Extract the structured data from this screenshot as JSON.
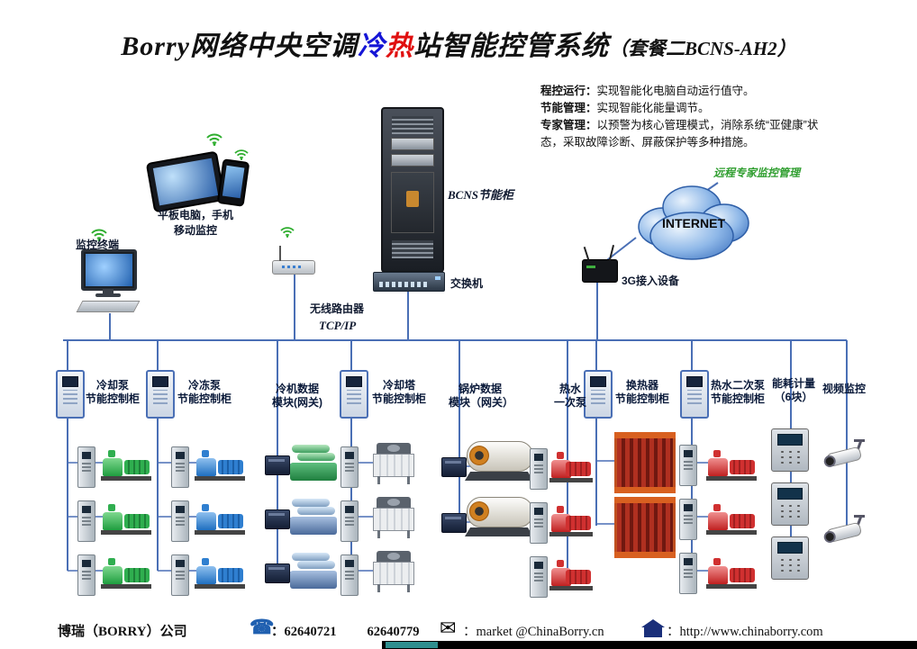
{
  "colors": {
    "line": "#4a6fb5",
    "cold_blue": "#1515d6",
    "hot_red": "#e01010",
    "wifi_green": "#2fae2f"
  },
  "title": {
    "part1": "Borry网络中央空调",
    "cold": "冷",
    "hot": "热",
    "part2": "站智能控管系统",
    "part3": "（套餐二BCNS-AH2）"
  },
  "notes": [
    {
      "label": "程控运行：",
      "text": "实现智能化电脑自动运行值守。"
    },
    {
      "label": "节能管理：",
      "text": "实现智能化能量调节。"
    },
    {
      "label": "专家管理：",
      "text": "以预警为核心管理模式，消除系统“亚健康”状态，采取故障诊断、屏蔽保护等多种措施。"
    }
  ],
  "network": {
    "mobile_line1": "平板电脑，手机",
    "mobile_line2": "移动监控",
    "terminal": "监控终端",
    "server": "BCNS节能柜",
    "switch": "交换机",
    "router": "无线路由器",
    "tcpip": "TCP/IP",
    "internet": "INTERNET",
    "g3": "3G接入设备",
    "remote": "远程专家监控管理"
  },
  "cabinets": [
    {
      "line1": "冷却泵",
      "line2": "节能控制柜"
    },
    {
      "line1": "冷冻泵",
      "line2": "节能控制柜"
    },
    {
      "line1": "冷机数据",
      "line2": "模块(网关)"
    },
    {
      "line1": "冷却塔",
      "line2": "节能控制柜"
    },
    {
      "line1": "锅炉数据",
      "line2": "模块（网关）"
    },
    {
      "line1": "热水",
      "line2": "一次泵"
    },
    {
      "line1": "换热器",
      "line2": "节能控制柜"
    },
    {
      "line1": "热水二次泵",
      "line2": "节能控制柜"
    },
    {
      "line1": "能耗计量",
      "line2": "（6块）"
    },
    {
      "line1": "视频监控",
      "line2": ""
    }
  ],
  "footer": {
    "company": "博瑞（BORRY）公司",
    "colon": "：",
    "phone1": "62640721",
    "phone2": "62640779",
    "email": "：market @ChinaBorry.cn",
    "website": "：http://www.chinaborry.com"
  }
}
